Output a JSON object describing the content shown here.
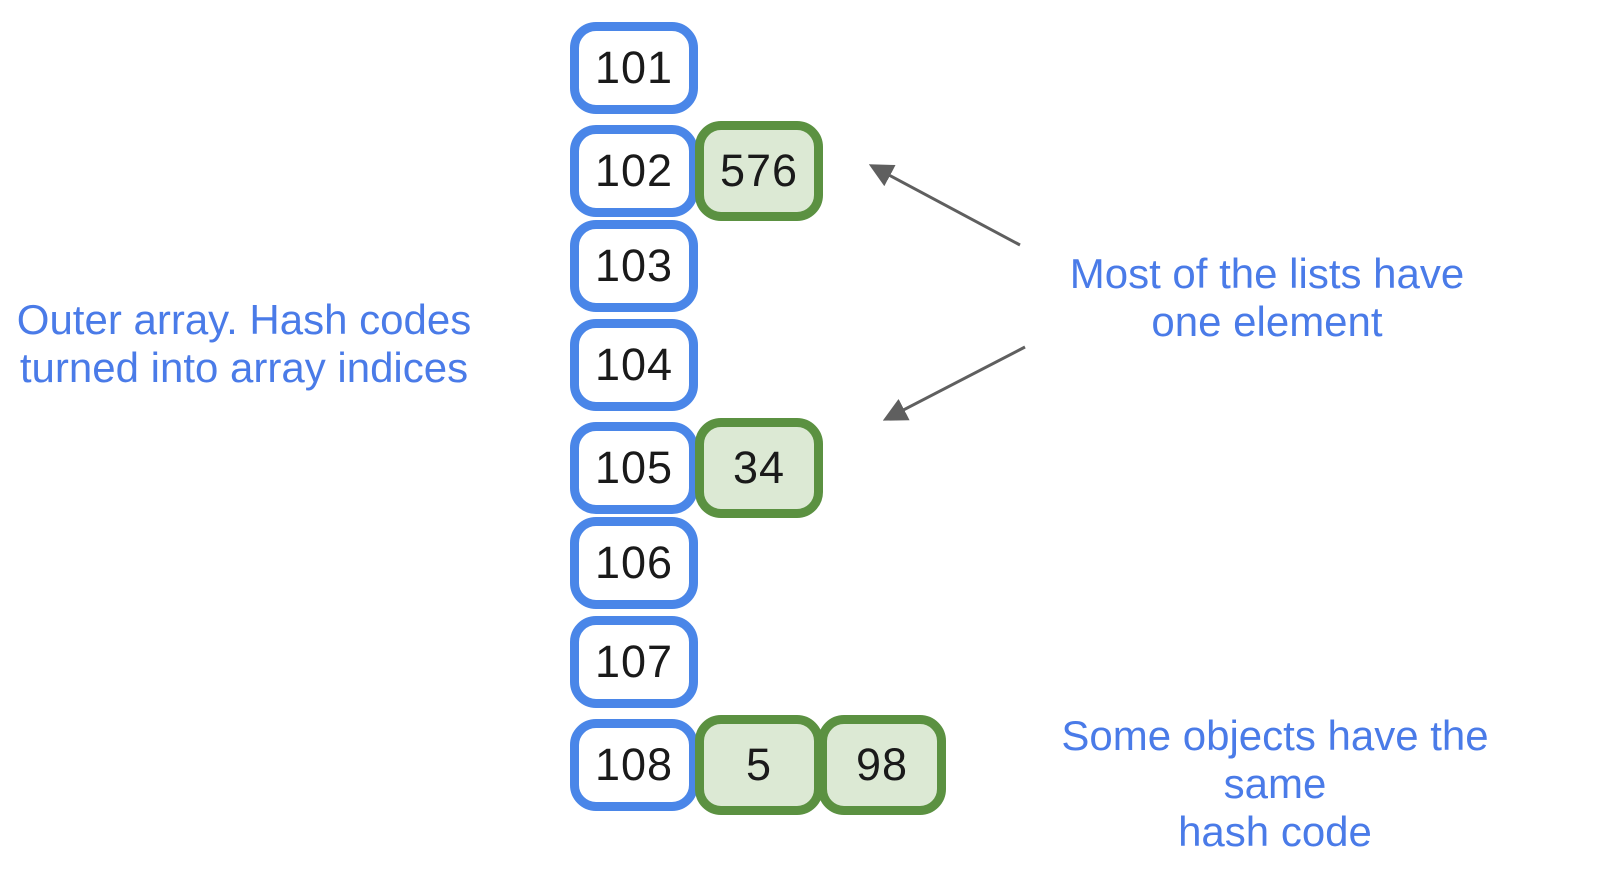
{
  "diagram": {
    "title_context": "Hash table structure diagram",
    "rows": [
      {
        "index": "101",
        "values": []
      },
      {
        "index": "102",
        "values": [
          "576"
        ]
      },
      {
        "index": "103",
        "values": []
      },
      {
        "index": "104",
        "values": []
      },
      {
        "index": "105",
        "values": [
          "34"
        ]
      },
      {
        "index": "106",
        "values": []
      },
      {
        "index": "107",
        "values": []
      },
      {
        "index": "108",
        "values": [
          "5",
          "98"
        ]
      }
    ],
    "captions": {
      "left": {
        "line1": "Outer array. Hash codes",
        "line2": "turned into array indices"
      },
      "top_right": {
        "line1": "Most of the lists have",
        "line2": "one element"
      },
      "bottom_right": {
        "line1": "Some objects have the same",
        "line2": "hash code"
      }
    },
    "arrows": [
      {
        "name": "arrow-to-list-576",
        "from": "top_right caption",
        "to": "list cell 576"
      },
      {
        "name": "arrow-to-list-34",
        "from": "top_right caption",
        "to": "list cell 34"
      }
    ],
    "colors": {
      "array_border": "#4A86E8",
      "list_border": "#5B9141",
      "list_fill": "#DCE9D4",
      "caption_text": "#4A7BE8",
      "arrow": "#5F5F5F",
      "cell_text": "#1A1A1A",
      "background": "#FFFFFF"
    }
  }
}
